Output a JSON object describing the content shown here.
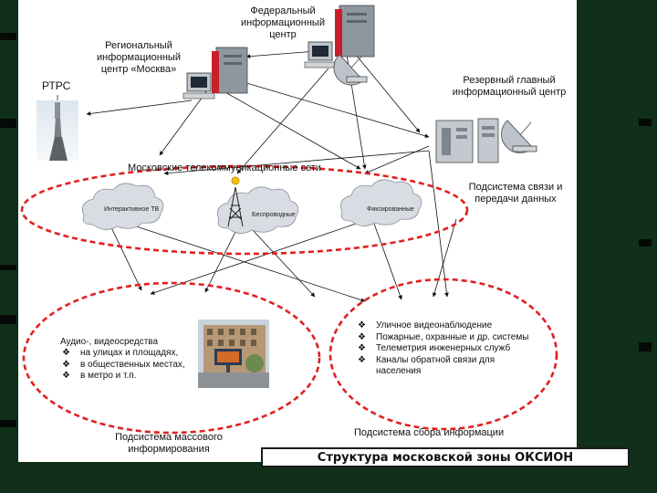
{
  "labels": {
    "federal_center": "Федеральный информационный центр",
    "regional_center": "Региональный информационный центр «Москва»",
    "rtrs": "РТРС",
    "reserve_center": "Резервный главный информационный центр",
    "moscow_networks": "Московские телекоммуникационные сети",
    "comm_subsystem": "Подсистема связи и передачи данных",
    "interactive_tv": "Интерактивное ТВ",
    "wireless": "Беспроводные",
    "fixed": "Фиксированные",
    "mass_info_subsystem": "Подсистема массового информирования",
    "info_collection_subsystem": "Подсистема сбора информации"
  },
  "mass_media": {
    "heading": "Аудио-, видеосредства",
    "items": [
      "на улицах и площадях,",
      "в общественных местах,",
      "в метро и т.п."
    ]
  },
  "info_collection": {
    "items": [
      "Уличное видеонаблюдение",
      "Пожарные, охранные и др. системы",
      "Телеметрия инженерных служб",
      "Каналы обратной связи для населения"
    ]
  },
  "caption": "Структура московской зоны ОКСИОН",
  "icons": {
    "bullet": "❖"
  },
  "colors": {
    "slide_bg": "#103019",
    "ellipse_stroke": "#e02020"
  }
}
